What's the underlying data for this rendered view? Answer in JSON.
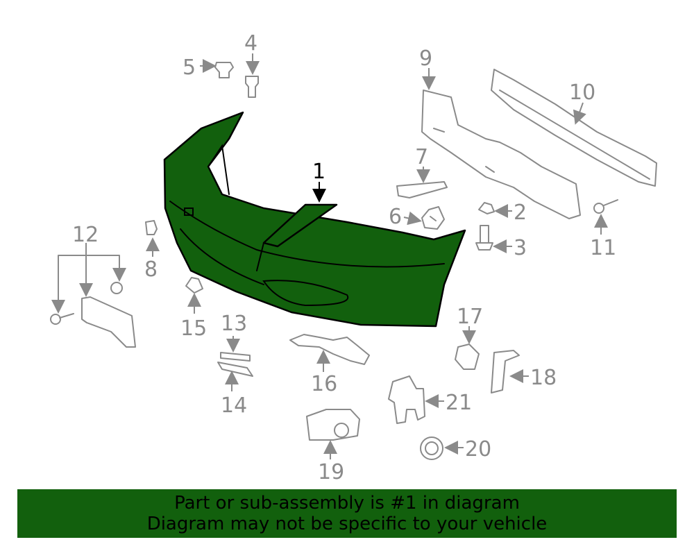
{
  "diagram": {
    "highlight_color": "#12600d",
    "callouts": {
      "c1": "1",
      "c2": "2",
      "c3": "3",
      "c4": "4",
      "c5": "5",
      "c6": "6",
      "c7": "7",
      "c8": "8",
      "c9": "9",
      "c10": "10",
      "c11": "11",
      "c12": "12",
      "c13": "13",
      "c14": "14",
      "c15": "15",
      "c16": "16",
      "c17": "17",
      "c18": "18",
      "c19": "19",
      "c20": "20",
      "c21": "21"
    }
  },
  "footer": {
    "line1": "Part or sub-assembly is #1 in diagram",
    "line2": "Diagram may not be specific to your vehicle"
  }
}
